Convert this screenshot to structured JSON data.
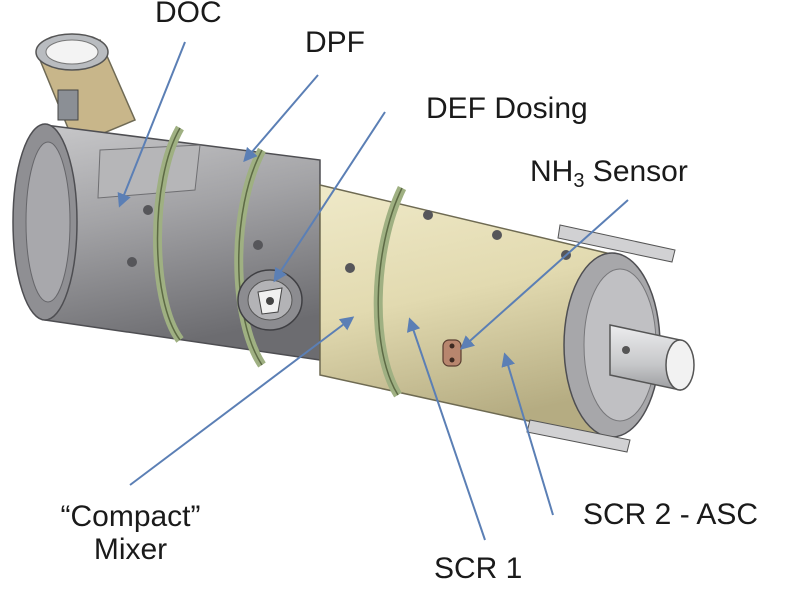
{
  "labels": {
    "doc": "DOC",
    "dpf": "DPF",
    "def_dosing": "DEF Dosing",
    "nh3_prefix": "NH",
    "nh3_sub": "3",
    "nh3_suffix": " Sensor",
    "compact_line1": "“Compact”",
    "compact_line2": "Mixer",
    "scr1": "SCR 1",
    "scr2": "SCR 2 - ASC"
  },
  "colors": {
    "steel": "#9a9a9c",
    "steel_dark": "#6f6f72",
    "steel_light": "#c2c2c4",
    "cream": "#e4ddb4",
    "cream_dark": "#bdb48a",
    "band": "#a9b78a",
    "arrow": "#5b7fb5",
    "pipe": "#d7d8da"
  }
}
